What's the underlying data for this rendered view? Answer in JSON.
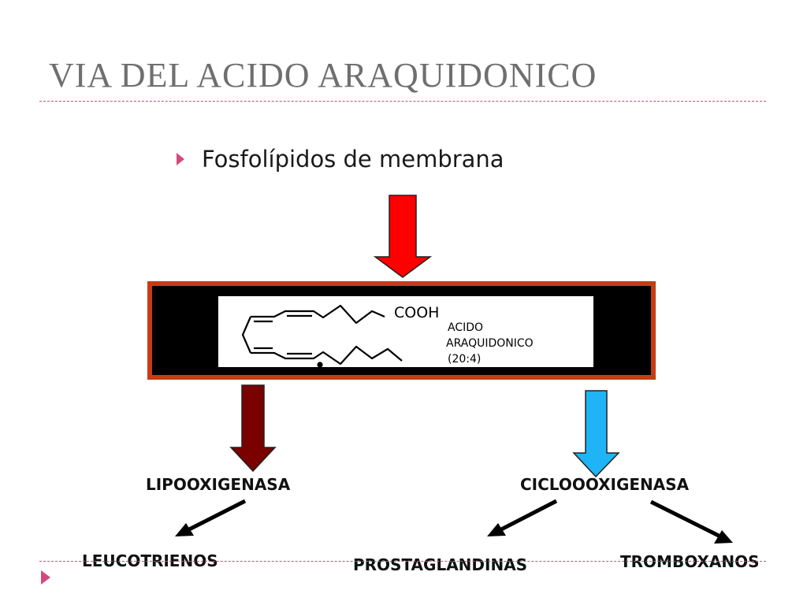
{
  "title": "VIA DEL ACIDO ARAQUIDONICO",
  "bullet": "Fosfolípidos de membrana",
  "molecule": {
    "group": "COOH",
    "name_line1": "ACIDO",
    "name_line2": "ARAQUIDONICO",
    "formula": "(20:4)"
  },
  "enzymes": {
    "left": "LIPOOXIGENASA",
    "right": "CICLOOOXIGENASA"
  },
  "products": {
    "leukotrienes": "LEUCOTRIENOS",
    "prostaglandins": "PROSTAGLANDINAS",
    "thromboxanes": "TROMBOXANOS"
  },
  "colors": {
    "accent": "#d24a7d",
    "arrow_top": "#ff0000",
    "arrow_left": "#7b0000",
    "arrow_right": "#1eb4f5",
    "frame_border": "#c83c14"
  }
}
